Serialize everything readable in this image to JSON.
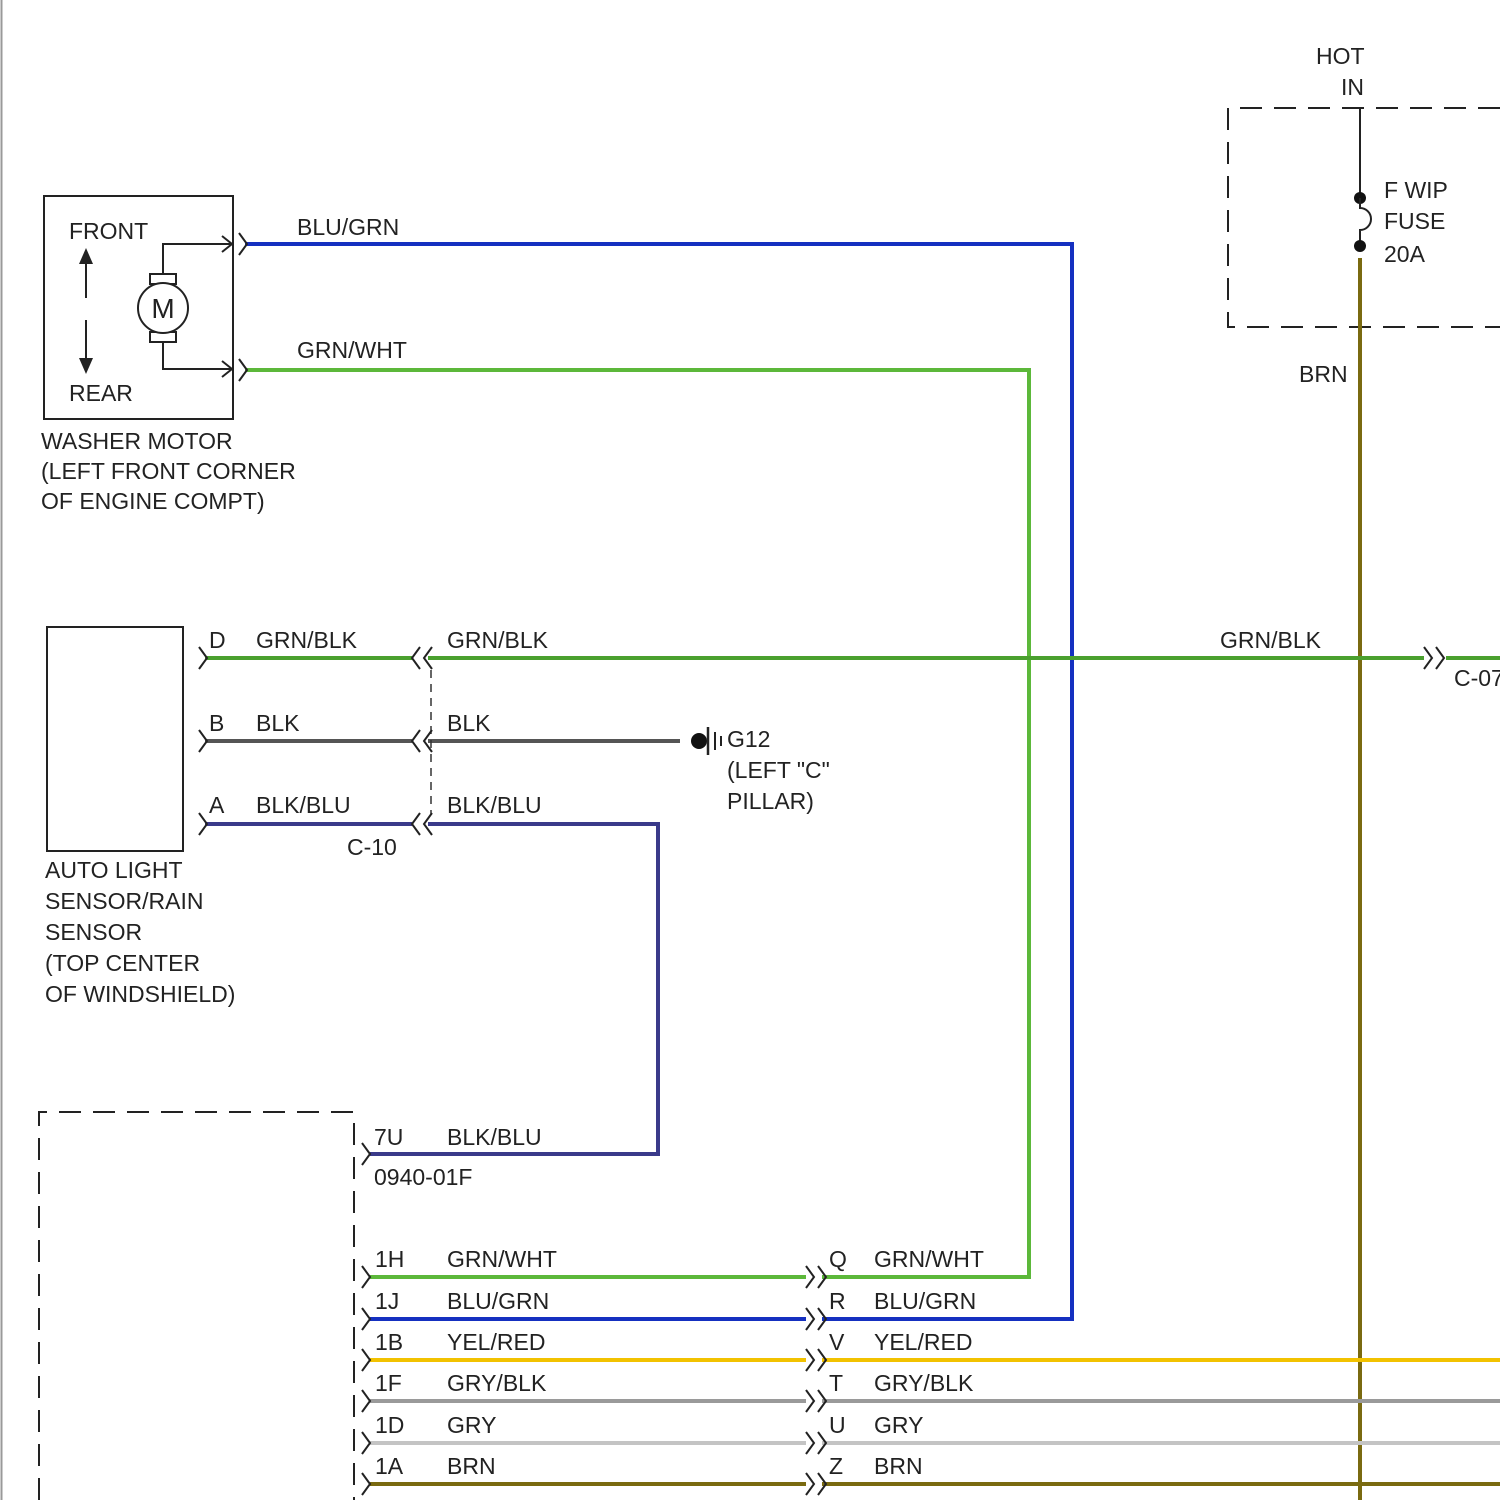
{
  "colors": {
    "blu_grn": "#1530c0",
    "grn_wht": "#5cb83a",
    "grn_blk": "#4aa02e",
    "blk": "#555555",
    "blk_blu": "#3a3a8a",
    "brn": "#7a6a10",
    "yel_red": "#f2c200",
    "gry_blk": "#9a9a9a",
    "gry": "#c4c4c4",
    "outline": "#222222"
  },
  "fuse_box": {
    "hot_label": "HOT",
    "in_label": "IN",
    "fuse_name": "F WIP",
    "fuse_label": "FUSE",
    "fuse_rating": "20A",
    "output_wire": "BRN"
  },
  "washer_motor": {
    "front_label": "FRONT",
    "rear_label": "REAR",
    "motor_symbol": "M",
    "title_lines": [
      "WASHER MOTOR",
      "(LEFT FRONT CORNER",
      "OF ENGINE COMPT)"
    ],
    "wire_front": "BLU/GRN",
    "wire_rear": "GRN/WHT"
  },
  "auto_light_sensor": {
    "title_lines": [
      "AUTO LIGHT",
      "SENSOR/RAIN",
      "SENSOR",
      "(TOP CENTER",
      "OF WINDSHIELD)"
    ],
    "pins": [
      {
        "pin": "D",
        "wire_left": "GRN/BLK",
        "wire_right": "GRN/BLK"
      },
      {
        "pin": "B",
        "wire_left": "BLK",
        "wire_right": "BLK"
      },
      {
        "pin": "A",
        "wire_left": "BLK/BLU",
        "wire_right": "BLK/BLU"
      }
    ],
    "connector": "C-10"
  },
  "ground": {
    "name": "G12",
    "location_lines": [
      "(LEFT \"C\"",
      "PILLAR)"
    ]
  },
  "right_edge": {
    "wire": "GRN/BLK",
    "connector": "C-07"
  },
  "module": {
    "pin_7u": "7U",
    "wire_7u": "BLK/BLU",
    "connector": "0940-01F",
    "rows": [
      {
        "pin": "1H",
        "wire": "GRN/WHT",
        "cpin": "Q",
        "cwire": "GRN/WHT"
      },
      {
        "pin": "1J",
        "wire": "BLU/GRN",
        "cpin": "R",
        "cwire": "BLU/GRN"
      },
      {
        "pin": "1B",
        "wire": "YEL/RED",
        "cpin": "V",
        "cwire": "YEL/RED"
      },
      {
        "pin": "1F",
        "wire": "GRY/BLK",
        "cpin": "T",
        "cwire": "GRY/BLK"
      },
      {
        "pin": "1D",
        "wire": "GRY",
        "cpin": "U",
        "cwire": "GRY"
      },
      {
        "pin": "1A",
        "wire": "BRN",
        "cpin": "Z",
        "cwire": "BRN"
      }
    ]
  }
}
